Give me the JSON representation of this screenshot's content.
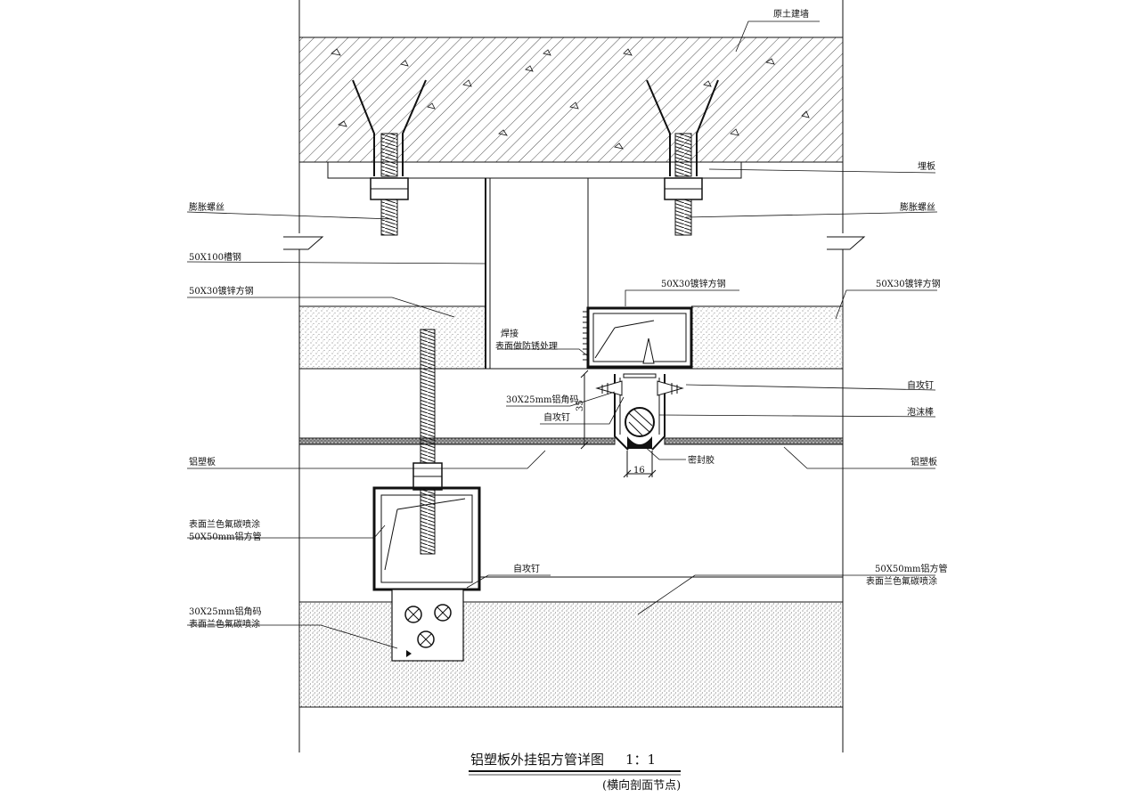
{
  "title": {
    "main": "铝塑板外挂铝方管详图",
    "scale": "1：1",
    "sub": "(横向剖面节点)"
  },
  "labels": {
    "wall": "原土建墙",
    "embed_plate": "埋板",
    "anchor_left": "膨胀螺丝",
    "anchor_right": "膨胀螺丝",
    "channel": "50X100槽钢",
    "sq_steel_left": "50X30镀锌方钢",
    "sq_steel_top": "50X30镀锌方钢",
    "sq_steel_right": "50X30镀锌方钢",
    "weld_1": "焊接",
    "weld_2": "表面做防锈处理",
    "angle_clip": "30X25mm铝角码",
    "screw_center": "自攻钉",
    "screw_right": "自攻钉",
    "foam_rod": "泡沫棒",
    "sealant": "密封胶",
    "acp_left": "铝塑板",
    "acp_right": "铝塑板",
    "tube_left_1": "表面兰色氟碳喷涂",
    "tube_left_2": "50X50mm铝方管",
    "screw_lower": "自攻钉",
    "tube_right_1": "50X50mm铝方管",
    "tube_right_2": "表面兰色氟碳喷涂",
    "clip_lower_1": "30X25mm铝角码",
    "clip_lower_2": "表面兰色氟碳喷涂"
  },
  "dimensions": {
    "joint_width": "16",
    "clip_height": "35"
  }
}
